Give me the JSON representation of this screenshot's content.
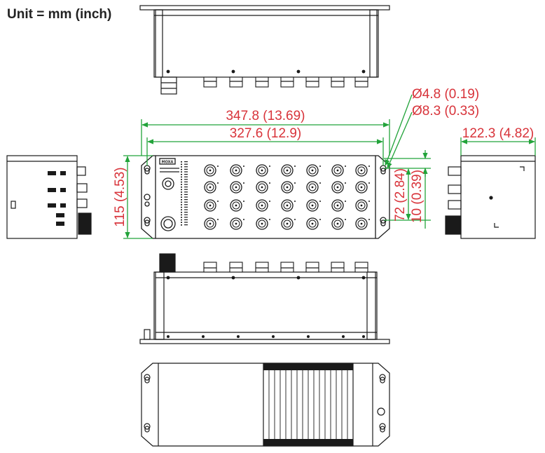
{
  "unit_label": "Unit = mm (inch)",
  "colors": {
    "line": "#1a1a1a",
    "dimension_line": "#22a33a",
    "dimension_text": "#d8333a",
    "panel_fill": "#ffffff"
  },
  "dimensions": {
    "overall_length": "347.8 (13.69)",
    "mount_hole_spacing": "327.6 (12.9)",
    "height": "115 (4.53)",
    "depth": "122.3 (4.82)",
    "hole_small": "Ø4.8 (0.19)",
    "hole_large": "Ø8.3 (0.33)",
    "hole_vertical_spacing": "72 (2.84)",
    "hole_offset": "10 (0.39)"
  },
  "front_panel": {
    "logo": "MOXA"
  },
  "views": {
    "top": "top-view",
    "front": "front-view",
    "left": "left-side-view",
    "right": "right-side-view",
    "bottom_connector": "connector-side-view",
    "rear": "rear-view"
  }
}
